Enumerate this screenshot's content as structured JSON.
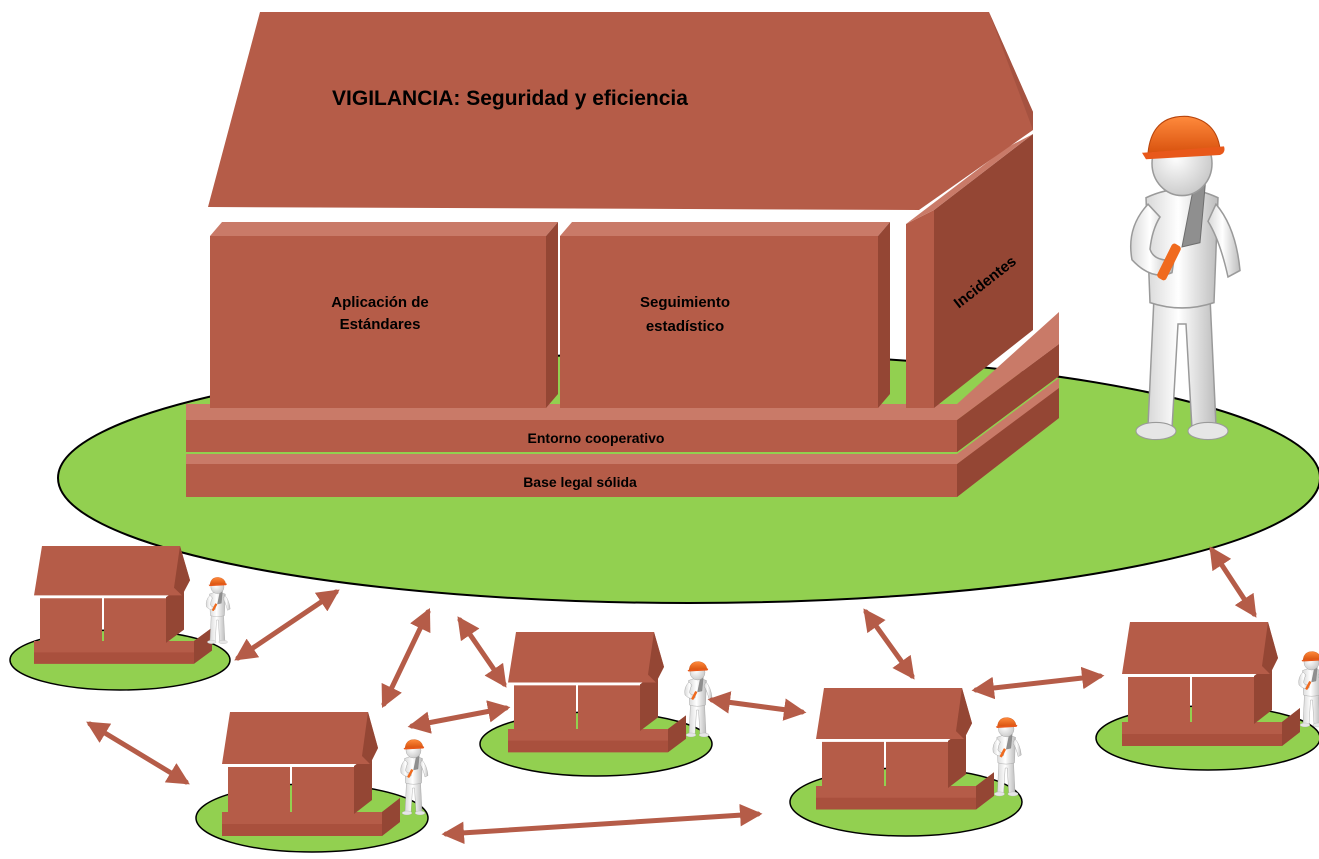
{
  "roof_title": "VIGILANCIA: Seguridad y eficiencia",
  "pillars": [
    {
      "line1": "Aplicación de",
      "line2": "Estándares"
    },
    {
      "line1": "Seguimiento",
      "line2": "estadístico"
    },
    {
      "line1": "Incidentes"
    }
  ],
  "foundation": {
    "upper": "Entorno cooperativo",
    "lower": "Base legal sólida"
  },
  "colors": {
    "brick": "#b55c48",
    "brick_top": "#c97a68",
    "brick_side": "#944634",
    "grass": "#92d050",
    "arrow": "#b55c48",
    "helmet": "#f06a1e"
  },
  "icons": [
    "construction-worker-icon",
    "small-house-icon",
    "double-arrow-icon"
  ]
}
